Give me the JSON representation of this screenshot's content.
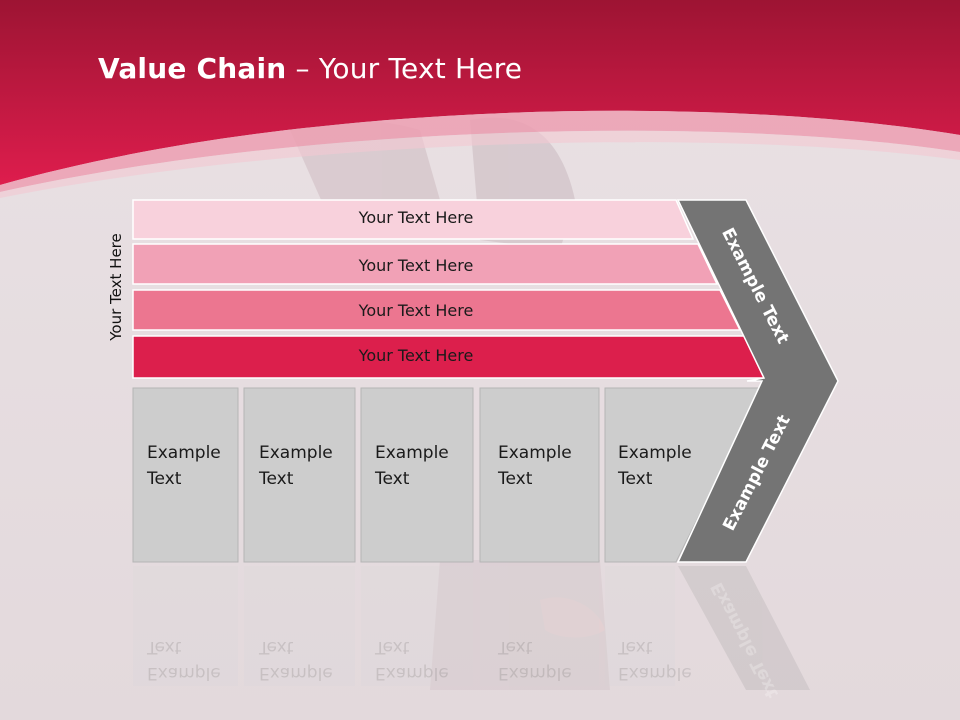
{
  "slide": {
    "title_bold": "Value Chain",
    "title_rest": " – Your Text Here",
    "side_label": "Your Text Here",
    "bands": [
      {
        "label": "Your Text Here",
        "fill": "#f8d1dc"
      },
      {
        "label": "Your Text Here",
        "fill": "#f1a1b6"
      },
      {
        "label": "Your Text Here",
        "fill": "#ec7690"
      },
      {
        "label": "Your Text Here",
        "fill": "#dc1f4c"
      }
    ],
    "boxes": [
      {
        "line1": "Example",
        "line2": "Text"
      },
      {
        "line1": "Example",
        "line2": "Text"
      },
      {
        "line1": "Example",
        "line2": "Text"
      },
      {
        "line1": "Example",
        "line2": "Text"
      },
      {
        "line1": "Example",
        "line2": "Text"
      }
    ],
    "arrow_top_label": "Example Text",
    "arrow_bottom_label": "Example Text",
    "colors": {
      "header_dark": "#9d1433",
      "header_light": "#de1d4d",
      "box_fill": "#cdcdcd",
      "arrow_fill": "#747474"
    }
  }
}
